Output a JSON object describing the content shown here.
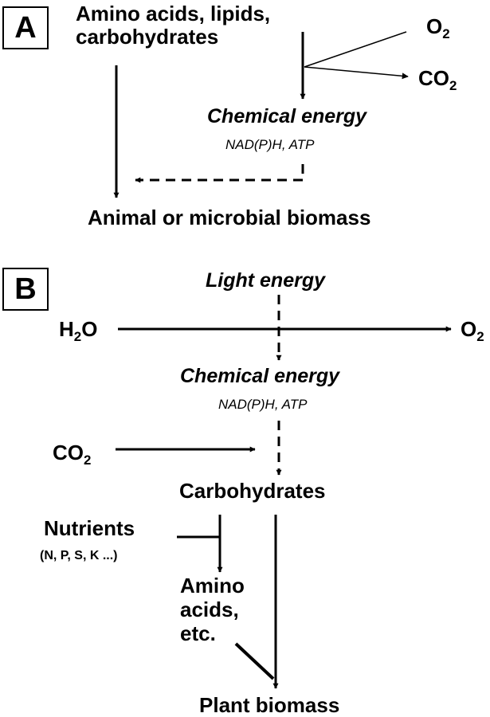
{
  "panel_a": {
    "label": "A",
    "inputs_line1": "Amino acids, lipids,",
    "inputs_line2": "carbohydrates",
    "o2": {
      "base": "O",
      "sub": "2"
    },
    "co2": {
      "base": "CO",
      "sub": "2"
    },
    "chem_energy": "Chemical energy",
    "chem_energy_sub": "NAD(P)H, ATP",
    "biomass": "Animal or microbial biomass"
  },
  "panel_b": {
    "label": "B",
    "light": "Light energy",
    "h2o": {
      "base": "H",
      "sub": "2",
      "tail": "O"
    },
    "o2": {
      "base": "O",
      "sub": "2"
    },
    "chem_energy": "Chemical energy",
    "chem_energy_sub": "NAD(P)H, ATP",
    "co2": {
      "base": "CO",
      "sub": "2"
    },
    "carbohydrates": "Carbohydrates",
    "nutrients": "Nutrients",
    "nutrients_sub": "(N, P, S, K ...)",
    "amino_line1": "Amino",
    "amino_line2": "acids,",
    "amino_line3": "etc.",
    "biomass": "Plant biomass"
  }
}
